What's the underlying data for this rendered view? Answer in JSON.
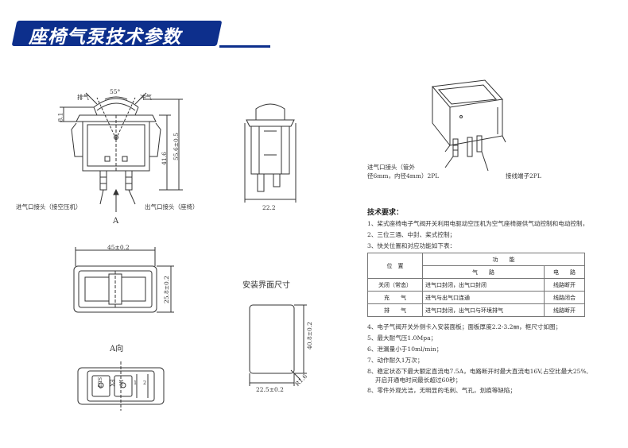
{
  "header": {
    "title": "座椅气泵技术参数"
  },
  "front_view": {
    "label_exhaust": "排气",
    "label_inflate": "冲气",
    "angle": "55°",
    "dim_height_small": "8.1",
    "dim_height_mid": "41.6",
    "dim_height_total": "55.6±0.5",
    "label_inlet": "进气口接头（接空压机）",
    "label_outlet": "出气口接头（座椅）",
    "view_marker": "A"
  },
  "side_view": {
    "dim_width": "22.2"
  },
  "iso_view": {
    "label_inlet_line1": "进气口接头（管外",
    "label_inlet_line2": "径6mm，内径4mm）2PL",
    "label_terminal": "接线端子2PL"
  },
  "top_view": {
    "dim_width": "45±0.2",
    "dim_height": "25.8±0.2"
  },
  "panel_view": {
    "title": "安装界面尺寸",
    "dim_height": "40.8±0.2",
    "dim_width": "22.5±0.2",
    "dim_radius": "R1.6"
  },
  "bottom_view": {
    "title": "A向",
    "pin_labels": [
      "SUP",
      "EX",
      "IN",
      "1",
      "2"
    ]
  },
  "requirements": {
    "title": "技术要求：",
    "items": [
      "1、桨式座椅电子气阀开关利用电驱动空压机为空气座椅提供气动控制和电动控制，",
      "2、三位三通、中封、桨式控制；",
      "3、快关位置和对应功能如下表："
    ],
    "items_after": [
      "4、电子气阀开关外侧卡入安装面板；面板厚度2.2-3.2㎜，框尺寸如图；",
      "5、最大耐气压1.0Mpa；",
      "6、泄漏量小于10ml/min；",
      "7、动作耐久1万次；",
      "8、稳定状态下最大额定直流电7.5A，电路断开时最大直流电16V,占空比最大25%,",
      "　 开启开通电时间最长超过60秒；",
      "8、零件外观光洁，无明显的毛刺、气孔，划痕等缺陷；"
    ]
  },
  "spec_table": {
    "h_position": "位　置",
    "h_function": "功　　能",
    "h_air": "气　　路",
    "h_circuit": "电　　路",
    "rows": [
      {
        "position": "关闭（常态）",
        "air": "进气口封闭，出气口封闭",
        "circuit": "线路断开"
      },
      {
        "position": "充　　气",
        "air": "进气与出气口连通",
        "circuit": "线路闭合"
      },
      {
        "position": "排　　气",
        "air": "进气口封闭，出气口与环境排气",
        "circuit": "线路断开"
      }
    ]
  },
  "colors": {
    "banner": "#0d2f8c",
    "line": "#333333"
  }
}
